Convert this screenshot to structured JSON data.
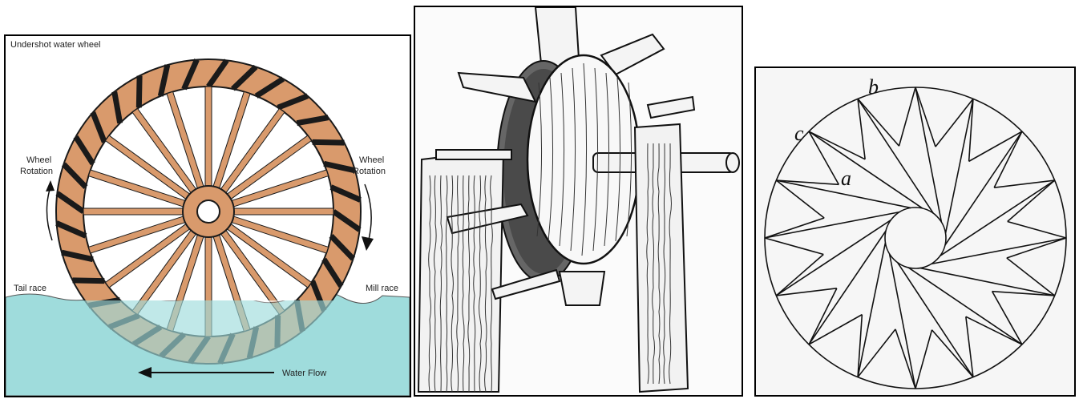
{
  "panel_undershot": {
    "title": "Undershot water wheel",
    "label_rotation_left_1": "Wheel",
    "label_rotation_left_2": "Rotation",
    "label_rotation_right_1": "Wheel",
    "label_rotation_right_2": "Rotation",
    "label_tail_race": "Tail race",
    "label_mill_race": "Mill race",
    "label_water_flow": "Water Flow",
    "colors": {
      "rim": "#d99a6c",
      "water": "#9fdcdc",
      "outline": "#1a1a1a"
    }
  },
  "panel_illustration": {
    "description_icon": "wooden-water-wheel-engraving"
  },
  "panel_geometric": {
    "label_a": "a",
    "label_b": "b",
    "label_c": "c"
  }
}
